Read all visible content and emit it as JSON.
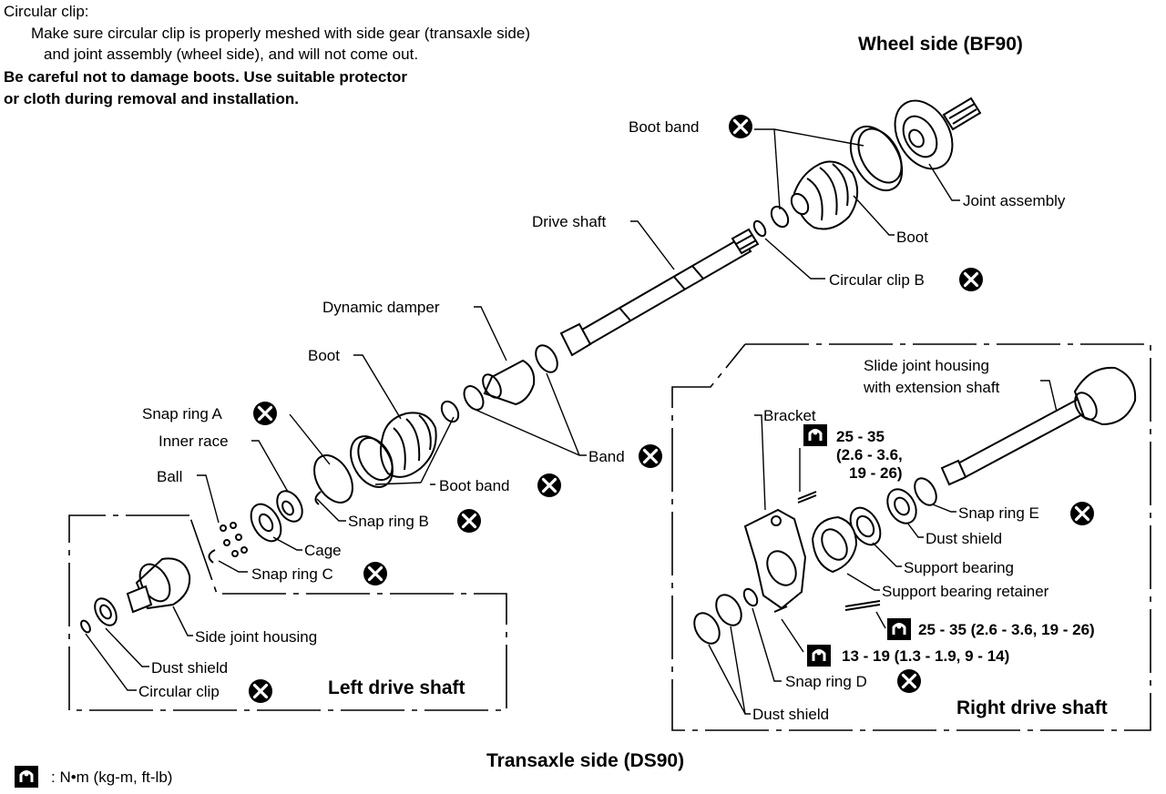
{
  "notes": {
    "line1": "Circular clip:",
    "line2": "Make sure circular clip is properly meshed with side gear (transaxle side)",
    "line3": "and joint assembly (wheel side), and will not come out.",
    "line4": "Be careful not to damage boots. Use suitable protector",
    "line5": "or cloth during removal and installation."
  },
  "headings": {
    "wheel_side": "Wheel side (BF90)",
    "transaxle_side": "Transaxle side (DS90)",
    "left_drive_shaft": "Left drive shaft",
    "right_drive_shaft": "Right drive shaft"
  },
  "labels": {
    "boot_band_top": "Boot band",
    "joint_assembly": "Joint assembly",
    "drive_shaft": "Drive shaft",
    "boot_wheel": "Boot",
    "circular_clip_b": "Circular clip B",
    "dynamic_damper": "Dynamic damper",
    "boot_trans": "Boot",
    "snap_ring_a": "Snap ring A",
    "inner_race": "Inner race",
    "ball": "Ball",
    "band": "Band",
    "boot_band_mid": "Boot band",
    "snap_ring_b": "Snap ring B",
    "cage": "Cage",
    "snap_ring_c": "Snap ring C",
    "side_joint_housing": "Side joint housing",
    "dust_shield_left": "Dust shield",
    "circular_clip": "Circular clip",
    "slide_joint_1": "Slide joint housing",
    "slide_joint_2": "with extension shaft",
    "bracket": "Bracket",
    "torque_bracket_1": "25 - 35",
    "torque_bracket_2": "(2.6 - 3.6,",
    "torque_bracket_3": "19 - 26)",
    "snap_ring_e": "Snap ring E",
    "dust_shield_right_top": "Dust shield",
    "support_bearing": "Support bearing",
    "support_bearing_retainer": "Support bearing retainer",
    "torque_retainer": "25 - 35 (2.6 - 3.6, 19 - 26)",
    "torque_small": "13 - 19 (1.3 - 1.9, 9 - 14)",
    "snap_ring_d": "Snap ring D",
    "dust_shield_right_bottom": "Dust shield"
  },
  "legend": {
    "unit_text": ": N•m (kg-m, ft-lb)"
  },
  "icons": {
    "non_reusable": "circled-x-icon",
    "torque": "torque-wrench-icon"
  }
}
